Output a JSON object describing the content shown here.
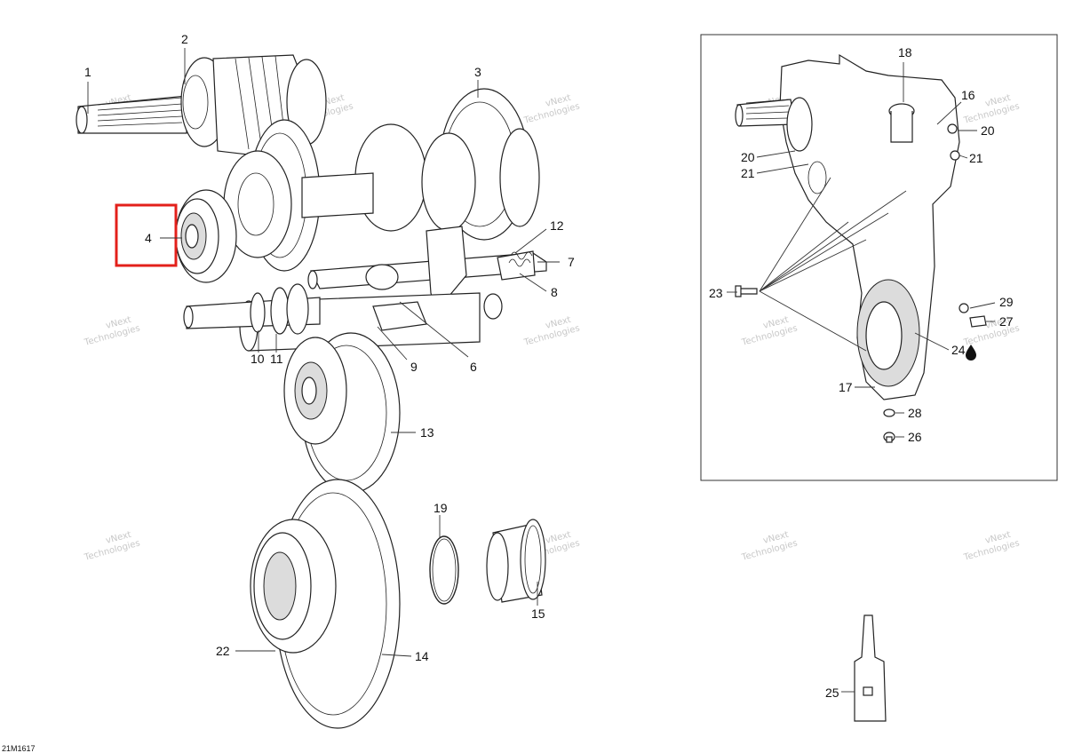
{
  "diagram_code": "21M1617",
  "watermark_text": [
    "vNext",
    "Technologies"
  ],
  "highlight_color": "#e3201b",
  "highlighted_callout": "4",
  "callouts": {
    "c1": "1",
    "c2": "2",
    "c3": "3",
    "c4": "4",
    "c6": "6",
    "c7": "7",
    "c8": "8",
    "c9": "9",
    "c10": "10",
    "c11": "11",
    "c12": "12",
    "c13": "13",
    "c14": "14",
    "c15": "15",
    "c16": "16",
    "c17": "17",
    "c18": "18",
    "c19": "19",
    "c20a": "20",
    "c20b": "20",
    "c21a": "21",
    "c21b": "21",
    "c22": "22",
    "c23": "23",
    "c24": "24",
    "c25": "25",
    "c26": "26",
    "c27": "27",
    "c28": "28",
    "c29": "29"
  },
  "icons": {
    "c24_marker": "oil-drop-icon"
  }
}
